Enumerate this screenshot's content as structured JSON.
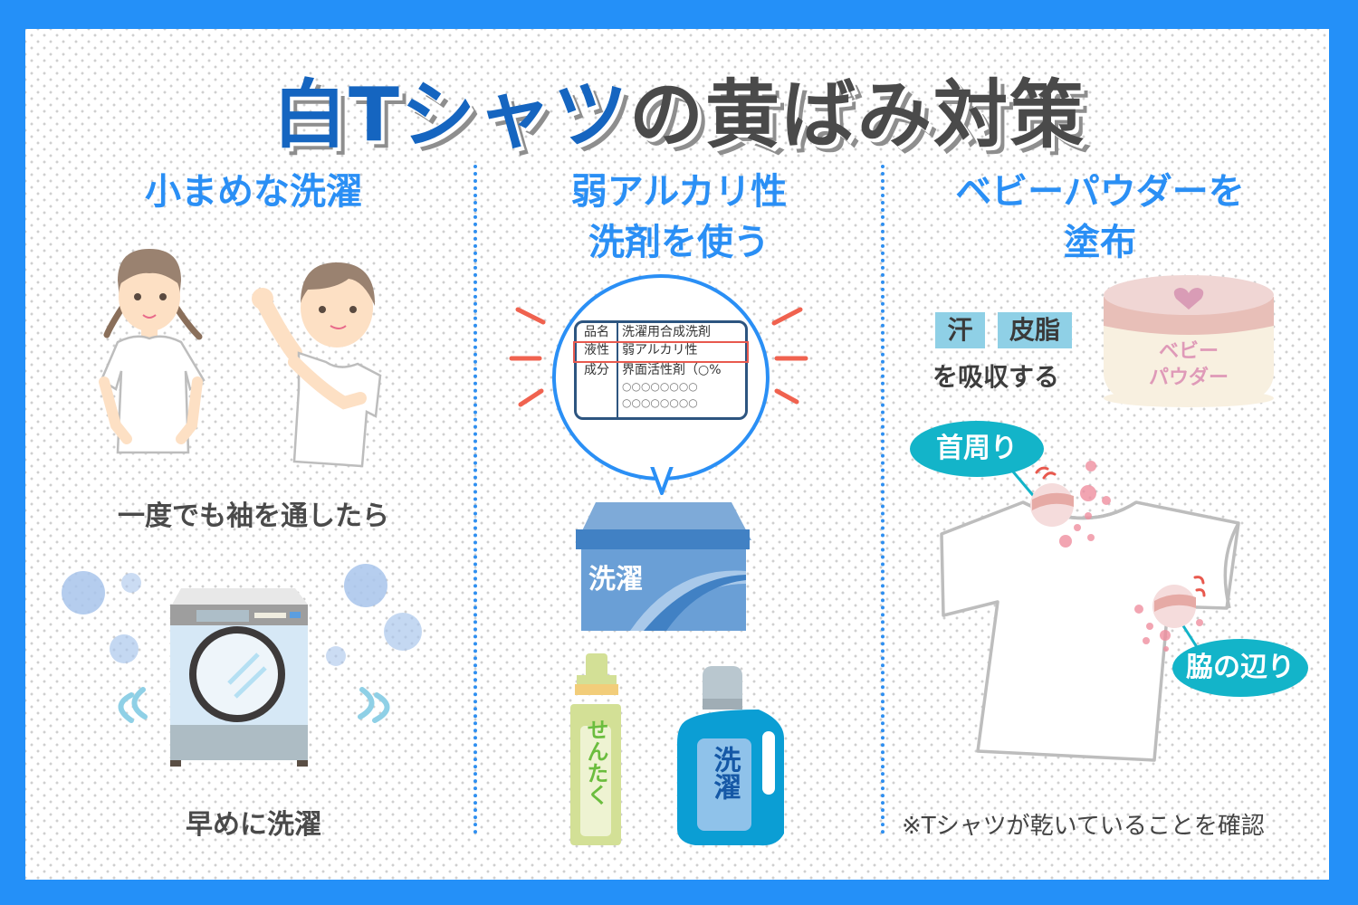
{
  "title": {
    "blue_part": "白Tシャツ",
    "dark_part": "の黄ばみ対策"
  },
  "columns": [
    {
      "title_lines": [
        "小まめな洗濯"
      ],
      "caption_top": "一度でも袖を通したら",
      "caption_bottom": "早めに洗濯",
      "illustrations": [
        "girl-in-white-tshirt",
        "boy-in-white-tshirt",
        "washing-machine",
        "bubbles",
        "vibration-marks"
      ]
    },
    {
      "title_lines": [
        "弱アルカリ性",
        "洗剤を使う"
      ],
      "label": {
        "rows": [
          {
            "key": "品名",
            "value": "洗濯用合成洗剤"
          },
          {
            "key": "液性",
            "value": "弱アルカリ性",
            "highlighted": true
          },
          {
            "key": "成分",
            "value": "界面活性剤（○%"
          },
          {
            "key": "",
            "value": "○○○○○○○○"
          },
          {
            "key": "",
            "value": "○○○○○○○○"
          }
        ]
      },
      "box_label": "洗濯",
      "small_bottle_label": "せんたく",
      "jug_label": "洗濯",
      "illustrations": [
        "speech-bubble",
        "detergent-box",
        "small-bottle",
        "detergent-jug"
      ]
    },
    {
      "title_lines": [
        "ベビーパウダーを",
        "塗布"
      ],
      "tags": [
        "汗",
        "皮脂"
      ],
      "absorb_text": "を吸収する",
      "powder_label_lines": [
        "ベビー",
        "パウダー"
      ],
      "callouts": {
        "neck": "首周り",
        "armpit": "脇の辺り"
      },
      "note": "※Tシャツが乾いていることを確認"
    }
  ],
  "colors": {
    "frame_blue": "#2490f8",
    "title_blue": "#1565c0",
    "heading_blue": "#2a8ff5",
    "text_dark": "#4a4a4a",
    "accent_red": "#e8594e",
    "callout_teal": "#13b4c9",
    "tag_blue": "#8fd0e6"
  }
}
